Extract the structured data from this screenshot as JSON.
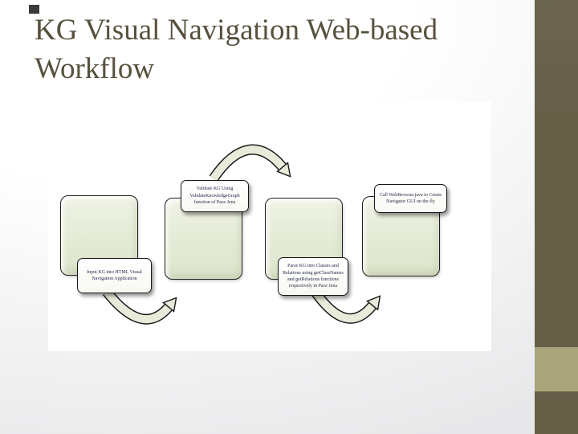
{
  "slide": {
    "title": "KG Visual Navigation Web-based\nWorkflow"
  },
  "diagram": {
    "steps": [
      {
        "label": "Input KG into HTML Visual Navigation Application"
      },
      {
        "label": "Validate KG Using ValidateKnowledgeGraph function of Pace Jena"
      },
      {
        "label": "Parse KG into Classes and Relations using getClassNames and getRelations functions respectively in Pace Jena"
      },
      {
        "label": "Call WebBrowser.java to Create Navigator GUI on the fly"
      }
    ]
  },
  "theme": {
    "title_color": "#56503d",
    "marker_color": "#3a3a3a",
    "bg_edge": "#e8e8ea",
    "panel_bg": "#ffffff",
    "sidebar_color": "#665f48",
    "sidebar_accent": "#a9a67b",
    "box_fill_top": "#f0f3e6",
    "box_fill_mid": "#e4ebd5",
    "box_fill_bottom": "#dde5cc",
    "box_border": "#1f1f1f",
    "label_border": "#161616",
    "label_text": "#1f2547",
    "arrow_fill": "#e6ecd9",
    "arrow_outline": "#1a1a1a"
  }
}
